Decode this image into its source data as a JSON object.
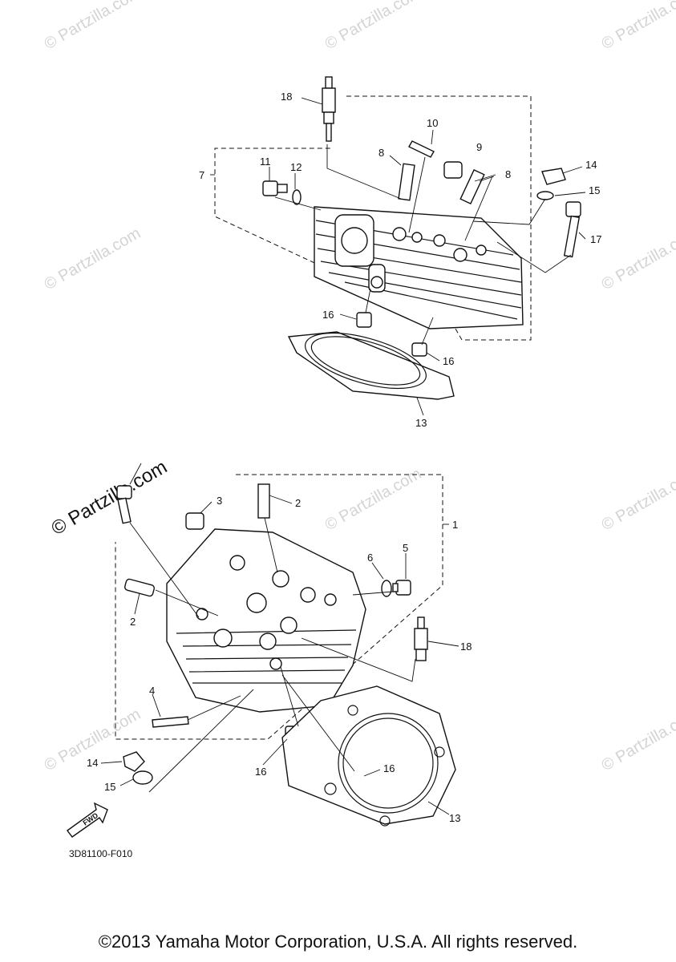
{
  "watermark": {
    "text": "© Partzilla.com",
    "color": "#d4d4d4"
  },
  "upper_assembly": {
    "callouts": [
      "18",
      "10",
      "8",
      "9",
      "8",
      "7",
      "11",
      "12",
      "14",
      "15",
      "17",
      "16",
      "16",
      "13"
    ]
  },
  "lower_assembly": {
    "callouts": [
      "3",
      "2",
      "1",
      "6",
      "5",
      "2",
      "18",
      "4",
      "14",
      "15",
      "16",
      "16",
      "13"
    ]
  },
  "fwd_label": "FWD",
  "part_code": "3D81100-F010",
  "copyright": "©2013 Yamaha Motor Corporation, U.S.A. All rights reserved."
}
